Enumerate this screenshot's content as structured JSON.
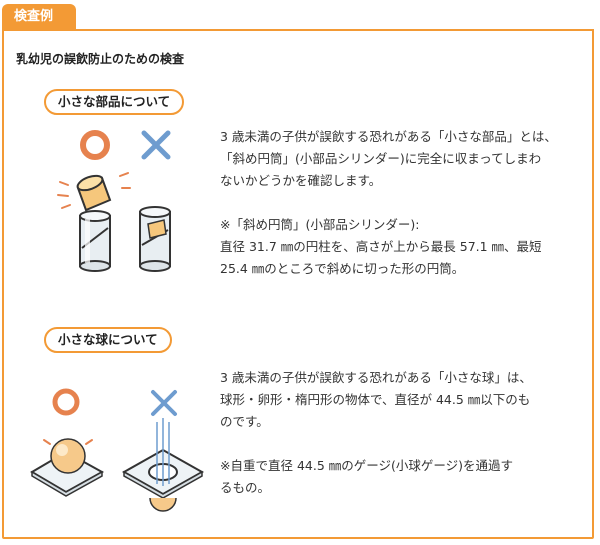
{
  "tab_label": "検査例",
  "main_title": "乳幼児の誤飲防止のための検査",
  "small_parts": {
    "label": "小さな部品について",
    "paragraph1": [
      "3 歳未満の子供が誤飲する恐れがある「小さな部品」とは、",
      "「斜め円筒」(小部品シリンダー)に完全に収まってしまわ",
      "ないかどうかを確認します。"
    ],
    "note_heading": "※「斜め円筒」(小部品シリンダー):",
    "note_lines": [
      "直径 31.7 ㎜の円柱を、高さが上から最長 57.1 ㎜、最短",
      "25.4 ㎜のところで斜めに切った形の円筒。"
    ]
  },
  "small_ball": {
    "label": "小さな球について",
    "paragraph1": [
      "3 歳未満の子供が誤飲する恐れがある「小さな球」は、",
      "球形・卵形・楕円形の物体で、直径が 44.5 ㎜以下のも",
      "のです。"
    ],
    "note_lines": [
      "※自重で直径 44.5 ㎜のゲージ(小球ゲージ)を通過す",
      "るもの。"
    ]
  },
  "colors": {
    "accent": "#f39a35",
    "ok_mark": "#e6824e",
    "ng_mark": "#6e9ccf"
  },
  "icons": [
    "circle-ok-icon",
    "cross-ng-icon",
    "cylinder-icon",
    "ball-gauge-icon"
  ]
}
